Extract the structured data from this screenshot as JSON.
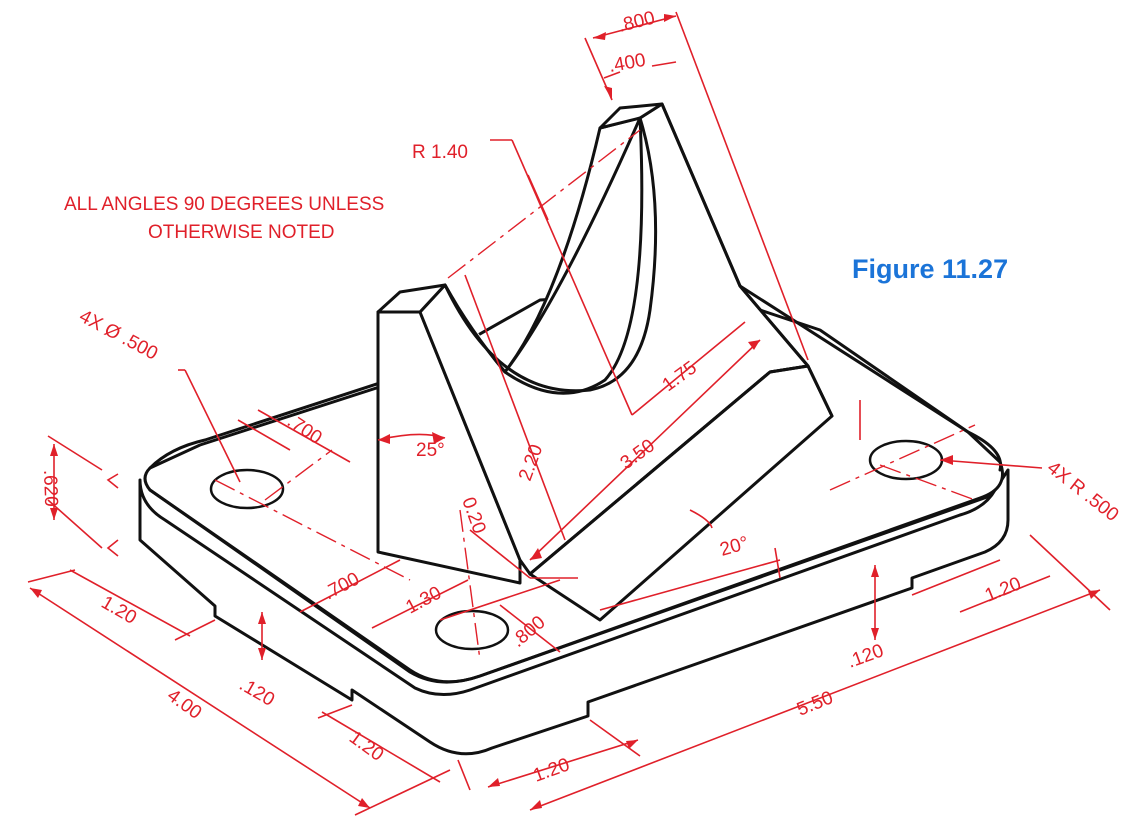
{
  "figure_label": "Figure 11.27",
  "note": {
    "line1": "ALL ANGLES 90 DEGREES UNLESS",
    "line2": "OTHERWISE NOTED"
  },
  "callouts": {
    "hole_diameter": "4X Ø .500",
    "corner_radius": "4X R .500",
    "arc_radius": "R 1.40"
  },
  "dimensions": {
    "top_width_800": ".800",
    "top_half_400": ".400",
    "height_620": ".620",
    "hole_offset_700_a": ".700",
    "hole_offset_700_b": ".700",
    "hole_offset_800": ".800",
    "offset_130": "1.30",
    "angle_25": "25°",
    "height_220": "2.20",
    "length_350": "3.50",
    "length_175": "1.75",
    "chamfer_020": "0.20",
    "angle_20": "20°",
    "recess_120_left": "1.20",
    "recess_120_front": "1.20",
    "recess_120_bottom": "1.20",
    "recess_120_right": "1.20",
    "depth_120_left": ".120",
    "depth_120_right": ".120",
    "depth_400": "4.00",
    "length_550": "5.50"
  },
  "colors": {
    "dimension": "#e0202a",
    "object_line": "#111111",
    "figure_label": "#1b74d8"
  }
}
